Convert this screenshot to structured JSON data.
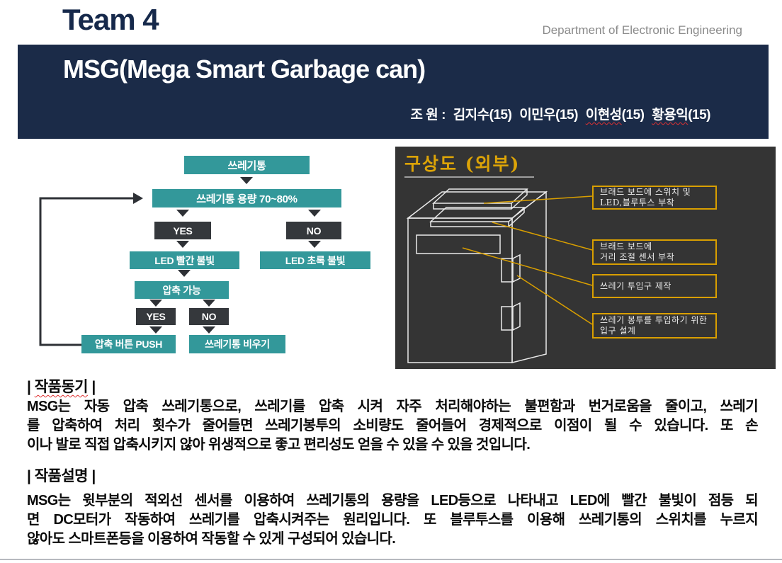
{
  "header": {
    "team": "Team 4",
    "department": "Department of Electronic Engineering",
    "title": "MSG(Mega Smart Garbage can)",
    "members": {
      "label": "조 원 :",
      "m1": "김지수(15)",
      "m2": "이민우(15)",
      "m3_name": "이현성",
      "m3_year": "(15)",
      "m4_name": "황용익",
      "m4_year": "(15)"
    }
  },
  "flowchart": {
    "start": "쓰레기통",
    "capacity": "쓰레기통 용량 70~80%",
    "yes1": "YES",
    "no1": "NO",
    "led_red": "LED 빨간 불빛",
    "led_green": "LED 초록 불빛",
    "compress": "압축 가능",
    "yes2": "YES",
    "no2": "NO",
    "push": "압축 버튼 PUSH",
    "empty": "쓰레기통 비우기"
  },
  "diagram": {
    "title": "구상도 (외부)",
    "callouts": [
      {
        "line1": "브래드 보드에 스위치 및",
        "line2": "LED,블루투스 부착"
      },
      {
        "line1": "브래드 보드에",
        "line2": "거리 조절 센서 부착"
      },
      {
        "line1": "쓰레기 투입구 제작",
        "line2": ""
      },
      {
        "line1": "쓰레기 봉투를 투입하기 위한",
        "line2": "입구 설계"
      }
    ]
  },
  "sections": {
    "motivation": {
      "heading_pre": "| ",
      "heading_word": "작품동기",
      "heading_post": " |",
      "lines": [
        "MSG는 자동 압축 쓰레기통으로, 쓰레기를 압축 시켜 자주 처리해야하는 불편함과 번거로움을 줄이고, 쓰레기",
        "를 압축하여 처리 횟수가 줄어들면 쓰레기봉투의 소비량도 줄어들어 경제적으로 이점이 될 수 있습니다. 또 손",
        "이나 발로 직접 압축시키지 않아 위생적으로 좋고 편리성도 얻을 수 있을 수 있을 것입니다."
      ]
    },
    "description": {
      "heading_pre": "| ",
      "heading_word": "작품설명",
      "heading_post": " |",
      "lines": [
        "MSG는 윗부분의 적외선 센서를 이용하여 쓰레기통의 용량을 LED등으로 나타내고 LED에 빨간 불빛이 점등 되",
        "면 DC모터가 작동하여 쓰레기를 압축시켜주는 원리입니다. 또 블루투스를 이용해 쓰레기통의 스위치를 누르지",
        "않아도 스마트폰등을 이용하여 작동할 수 있게 구성되어 있습니다."
      ]
    }
  },
  "colors": {
    "banner_navy": "#1b2b48",
    "flow_teal": "#33989a",
    "flow_dark": "#35383c",
    "arrow_dark": "#2e3136",
    "panel_bg": "#343434",
    "callout_amber": "#d99f00",
    "title_gold": "#dda407",
    "misspell_red": "#e03131",
    "rule_gray": "#b7babf"
  }
}
